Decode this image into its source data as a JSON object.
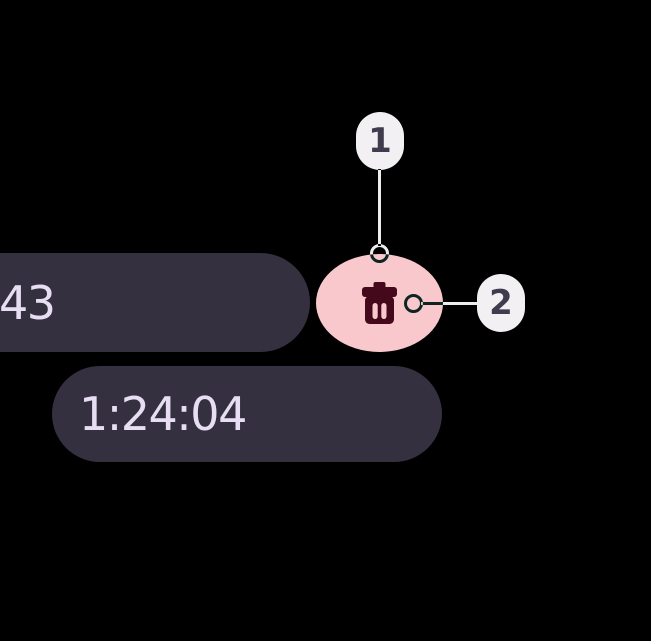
{
  "colors": {
    "background": "#000000",
    "pill_bg": "#353040",
    "pill_text": "#E8DEF4",
    "delete_button_bg": "#F9C8CD",
    "delete_icon": "#45091C",
    "badge_bg": "#F2F0F3",
    "badge_text": "#403C4E",
    "callout_line": "#EDEDED"
  },
  "stopwatch": {
    "lap_time_partial": "43",
    "total_time": "1:24:04",
    "delete_button_icon": "trash-icon"
  },
  "callouts": [
    {
      "label": "1",
      "target": "delete-button"
    },
    {
      "label": "2",
      "target": "trash-icon"
    }
  ]
}
